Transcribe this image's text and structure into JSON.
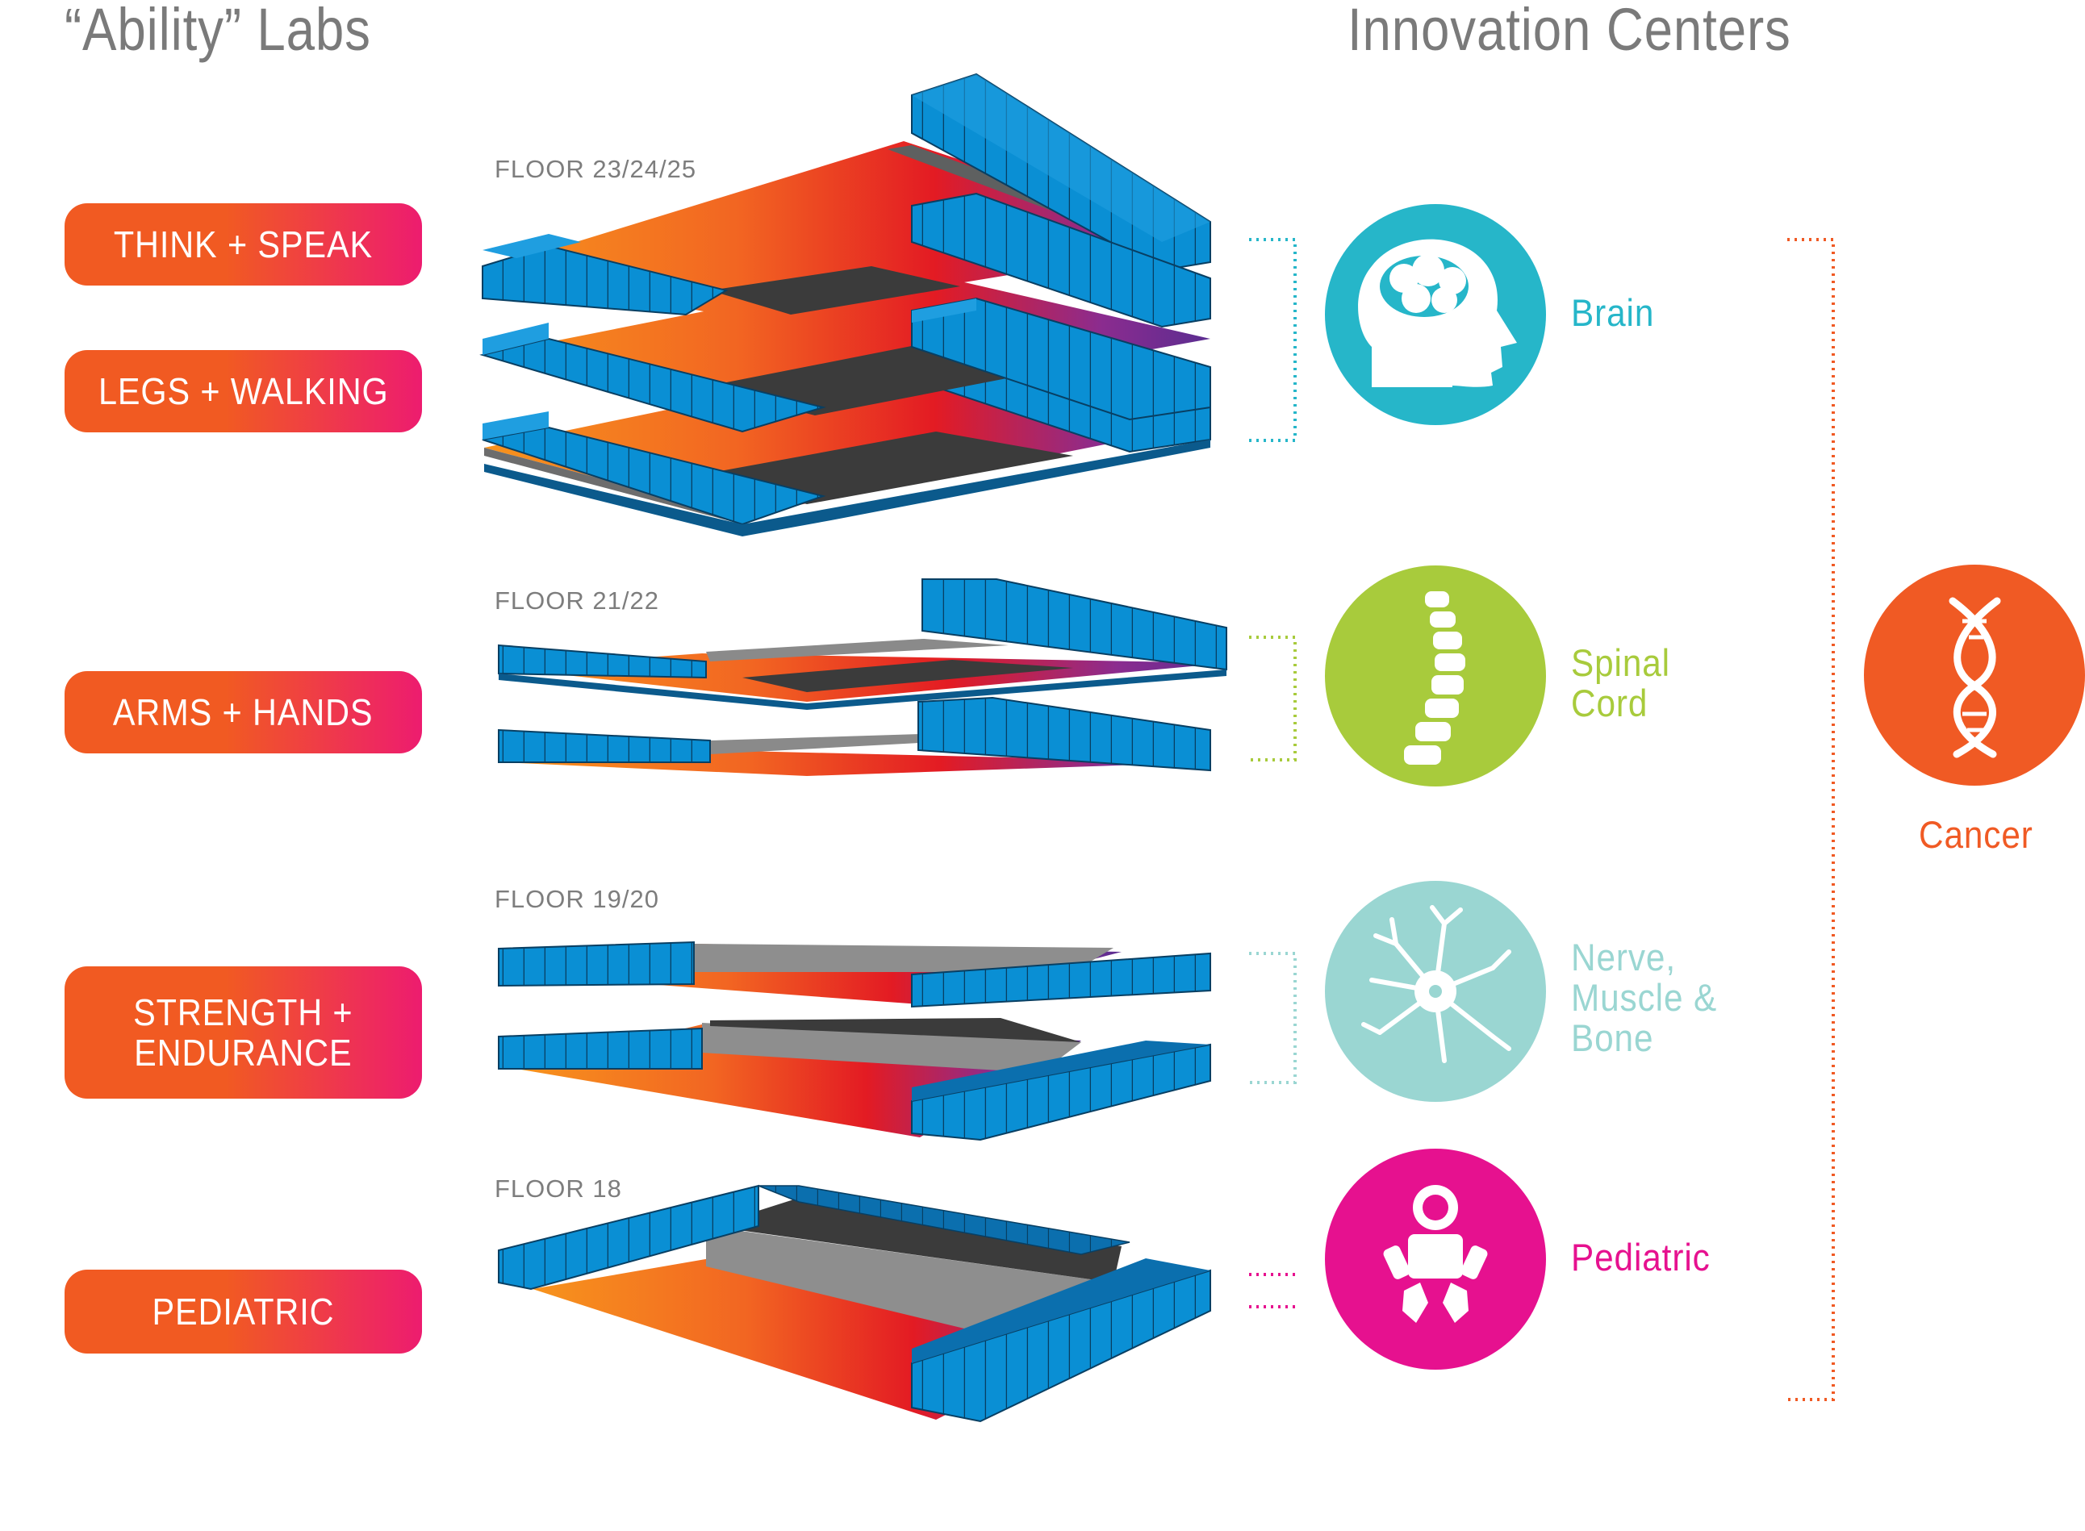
{
  "headings": {
    "ability_labs": "“Ability” Labs",
    "innovation_centers": "Innovation Centers"
  },
  "labs": [
    {
      "label": "THINK + SPEAK"
    },
    {
      "label": "LEGS + WALKING"
    },
    {
      "label": "ARMS + HANDS"
    },
    {
      "label": "STRENGTH +\nENDURANCE"
    },
    {
      "label": "PEDIATRIC"
    }
  ],
  "floors": [
    {
      "label": "FLOOR 23/24/25"
    },
    {
      "label": "FLOOR 21/22"
    },
    {
      "label": "FLOOR 19/20"
    },
    {
      "label": "FLOOR 18"
    }
  ],
  "centers": [
    {
      "label": "Brain",
      "icon": "brain-head-icon",
      "color": "#26b6c9"
    },
    {
      "label": "Spinal\nCord",
      "icon": "spine-icon",
      "color": "#a8cb3c"
    },
    {
      "label": "Nerve,\nMuscle &\nBone",
      "icon": "neuron-icon",
      "color": "#9ad6d2"
    },
    {
      "label": "Pediatric",
      "icon": "baby-icon",
      "color": "#e6118f"
    }
  ],
  "cancer": {
    "label": "Cancer",
    "icon": "dna-icon",
    "color": "#f05a24"
  },
  "colors": {
    "pill_start": "#f15a22",
    "pill_end": "#ed1c6f",
    "block_blue": "#0a8fd4",
    "block_dark": "#0b5a8c",
    "heading_gray": "#7a7a7a"
  }
}
